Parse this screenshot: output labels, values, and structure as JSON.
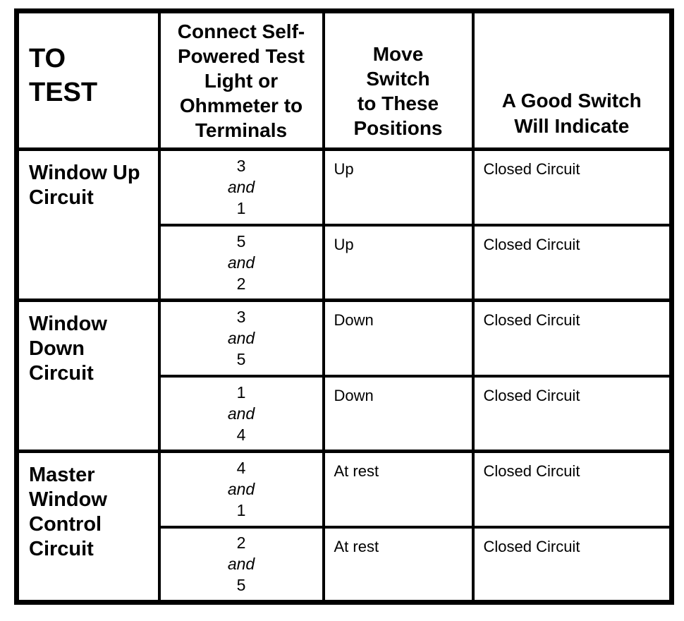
{
  "page": {
    "background": "#ffffff",
    "ink": "#000000",
    "description": "Power window switch continuity test table (scanned service manual page)"
  },
  "table": {
    "headers": {
      "to_test": "TO\nTEST",
      "terminals": "Connect Self-\nPowered Test\nLight or\nOhmmeter to\nTerminals",
      "positions": "Move\nSwitch\nto These\nPositions",
      "indication": "A Good Switch\nWill Indicate"
    },
    "sections": [
      {
        "circuit": "Window Up\nCircuit",
        "rows": [
          {
            "terminal_a": "3",
            "conjunction": "and",
            "terminal_b": "1",
            "position": "Up",
            "result": "Closed Circuit"
          },
          {
            "terminal_a": "5",
            "conjunction": "and",
            "terminal_b": "2",
            "position": "Up",
            "result": "Closed Circuit"
          }
        ]
      },
      {
        "circuit": "Window\nDown\nCircuit",
        "rows": [
          {
            "terminal_a": "3",
            "conjunction": "and",
            "terminal_b": "5",
            "position": "Down",
            "result": "Closed Circuit"
          },
          {
            "terminal_a": "1",
            "conjunction": "and",
            "terminal_b": "4",
            "position": "Down",
            "result": "Closed Circuit"
          }
        ]
      },
      {
        "circuit": "Master\nWindow\nControl\nCircuit",
        "rows": [
          {
            "terminal_a": "4",
            "conjunction": "and",
            "terminal_b": "1",
            "position": "At rest",
            "result": "Closed Circuit"
          },
          {
            "terminal_a": "2",
            "conjunction": "and",
            "terminal_b": "5",
            "position": "At rest",
            "result": "Closed Circuit"
          }
        ]
      }
    ]
  }
}
